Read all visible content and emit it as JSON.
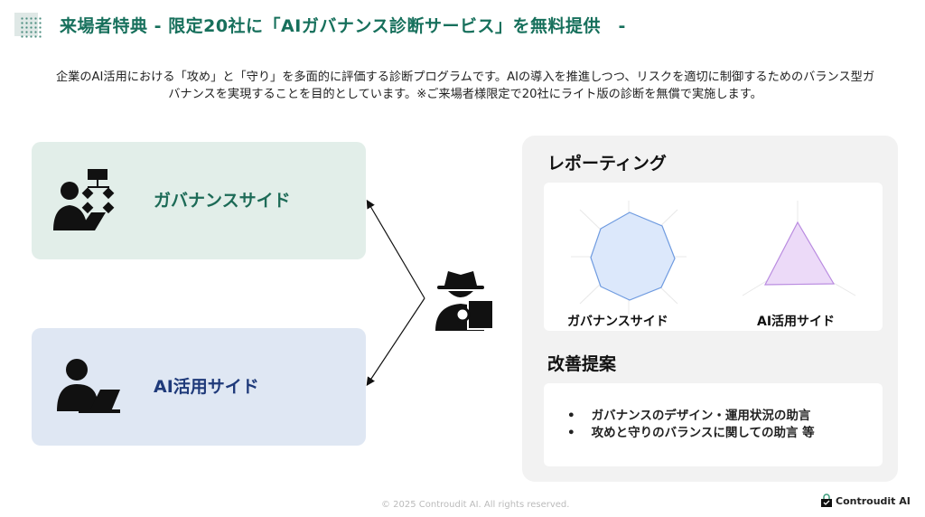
{
  "header": {
    "title": "来場者特典 - 限定20社に「AIガバナンス診断サービス」を無料提供　-"
  },
  "description": "企業のAI活用における「攻め」と「守り」を多面的に評価する診断プログラムです。AIの導入を推進しつつ、リスクを適切に制御するためのバランス型ガバナンスを実現することを目的としています。※ご来場者様限定で20社にライト版の診断を無償で実施します。",
  "sides": {
    "governance": "ガバナンスサイド",
    "ai_use": "AI活用サイド"
  },
  "reporting": {
    "title": "レポーティング",
    "governance_caption": "ガバナンスサイド",
    "ai_caption": "AI活用サイド"
  },
  "improvement": {
    "title": "改善提案",
    "items": [
      "ガバナンスのデザイン・運用状況の助言",
      "攻めと守りのバランスに関しての助言 等"
    ]
  },
  "footer": {
    "copyright": "© 2025 Controudit AI. All rights reserved.",
    "brand": "Controudit AI"
  },
  "colors": {
    "green": "#17705c",
    "navy": "#1f3a7a",
    "radar_blue": "#6f9be0",
    "radar_purple": "#b98be0"
  }
}
